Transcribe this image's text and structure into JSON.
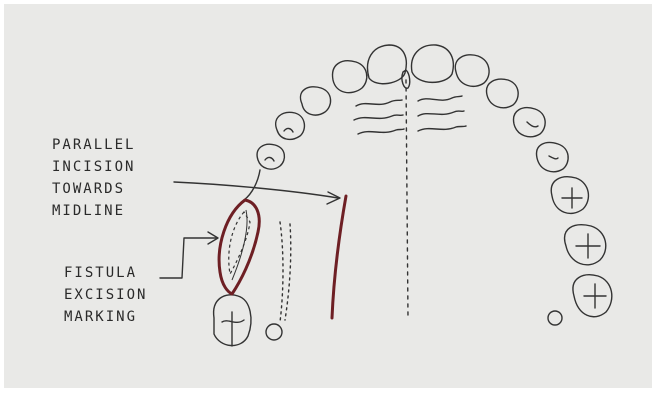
{
  "labels": {
    "parallel_incision": [
      "PARALLEL",
      "INCISION",
      "TOWARDS",
      "MIDLINE"
    ],
    "fistula_excision": [
      "FISTULA",
      "EXCISION",
      "MARKING"
    ]
  },
  "colors": {
    "paper": "#e9e9e7",
    "pencil": "#333333",
    "marking": "#6e1f24"
  }
}
